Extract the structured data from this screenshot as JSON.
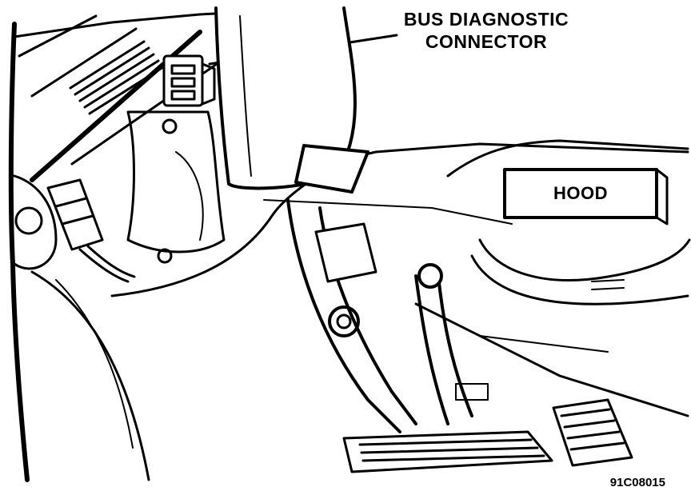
{
  "callouts": {
    "bus_line1": "BUS DIAGNOSTIC",
    "bus_line2": "CONNECTOR",
    "hood": "HOOD"
  },
  "figure_id": "91C08015",
  "colors": {
    "ink": "#000000",
    "paper": "#ffffff"
  }
}
